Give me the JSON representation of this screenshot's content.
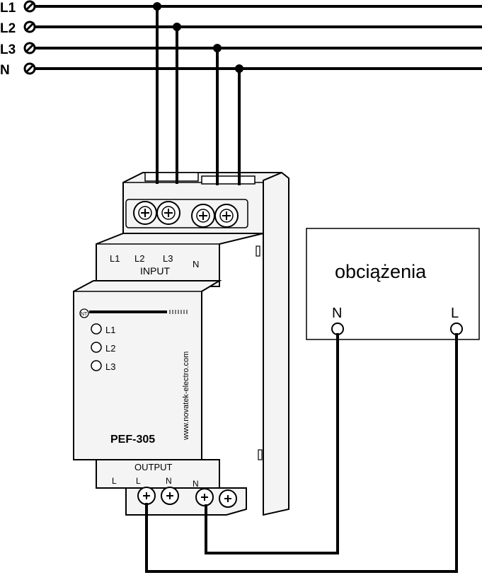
{
  "bus_labels": [
    "L1",
    "L2",
    "L3",
    "N"
  ],
  "device": {
    "input_terminals": [
      "L1",
      "L2",
      "L3",
      "N"
    ],
    "input_caption": "INPUT",
    "output_caption": "OUTPUT",
    "output_terminals": [
      "L",
      "L",
      "N",
      "N"
    ],
    "indicators": [
      "L1",
      "L2",
      "L3"
    ],
    "model": "PEF-305",
    "website": "www.novatek-electro.com",
    "logo_text": "NT"
  },
  "load": {
    "title": "obciążenia",
    "terminal_n": "N",
    "terminal_l": "L"
  }
}
